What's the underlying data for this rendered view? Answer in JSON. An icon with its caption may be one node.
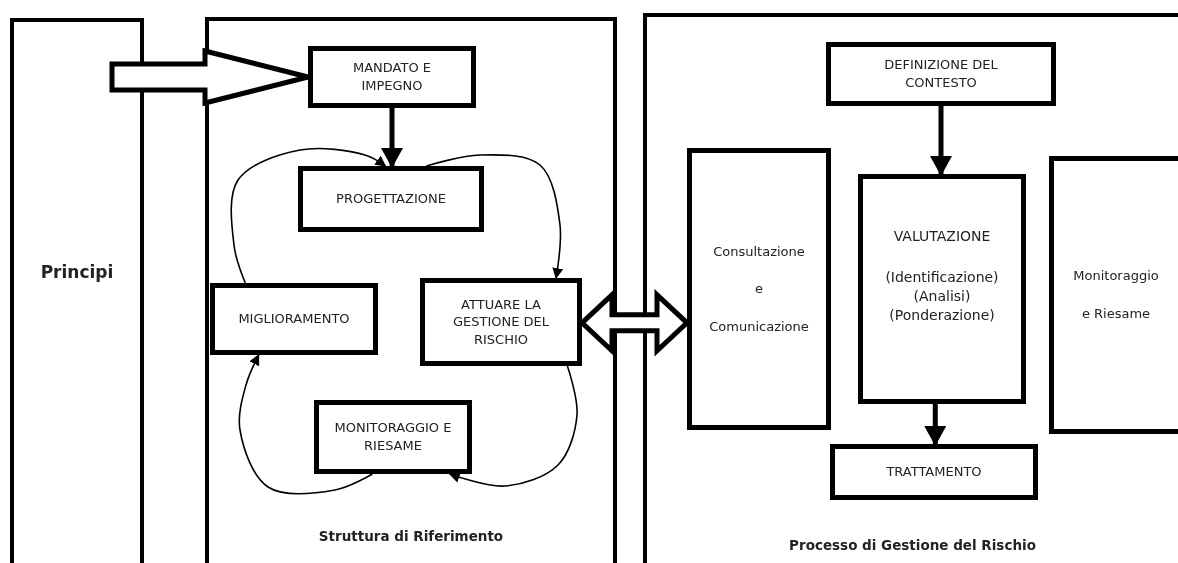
{
  "diagram": {
    "nodes": [
      {
        "text": [
          "Principi"
        ]
      },
      {
        "text": [
          "Struttura di Riferimento"
        ]
      },
      {
        "text": [
          "MANDATO E IMPEGNO"
        ],
        "in": 1
      },
      {
        "text": [
          "PROGETTAZIONE"
        ],
        "in": 1
      },
      {
        "text": [
          "MIGLIORAMENTO"
        ],
        "in": 1
      },
      {
        "text": [
          "ATTUARE LA GESTIONE DEL RISCHIO"
        ],
        "in": 1
      },
      {
        "text": [
          "MONITORAGGIO E RIESAME"
        ],
        "in": 1
      },
      {
        "text": [
          "Processo di Gestione del Rischio"
        ]
      },
      {
        "text": [
          "DEFINIZIONE DEL CONTESTO"
        ],
        "in": 7
      },
      {
        "text": [
          "Consultazione",
          "e",
          "Comunicazione"
        ],
        "in": 7
      },
      {
        "text": [
          "VALUTAZIONE",
          "(Identificazione) (Analisi) (Ponderazione)"
        ],
        "in": 7
      },
      {
        "text": [
          "Monitoraggio",
          "e Riesame"
        ],
        "in": 7
      },
      {
        "text": [
          "TRATTAMENTO"
        ],
        "in": 7
      }
    ],
    "edges": [
      {
        "from": 0,
        "to": 2,
        "arrow": "to",
        "style": "thick"
      },
      {
        "from": 2,
        "to": 3,
        "arrow": "to",
        "style": "thick"
      },
      {
        "from": 3,
        "to": 5,
        "arrow": "to"
      },
      {
        "from": 5,
        "to": 6,
        "arrow": "to"
      },
      {
        "from": 6,
        "to": 4,
        "arrow": "to"
      },
      {
        "from": 4,
        "to": 3,
        "arrow": "to"
      },
      {
        "from": 5,
        "to": 9,
        "arrow": "both",
        "style": "thick"
      },
      {
        "from": 8,
        "to": 10,
        "arrow": "to",
        "style": "thick"
      },
      {
        "from": 10,
        "to": 12,
        "arrow": "to",
        "style": "thick"
      }
    ]
  }
}
